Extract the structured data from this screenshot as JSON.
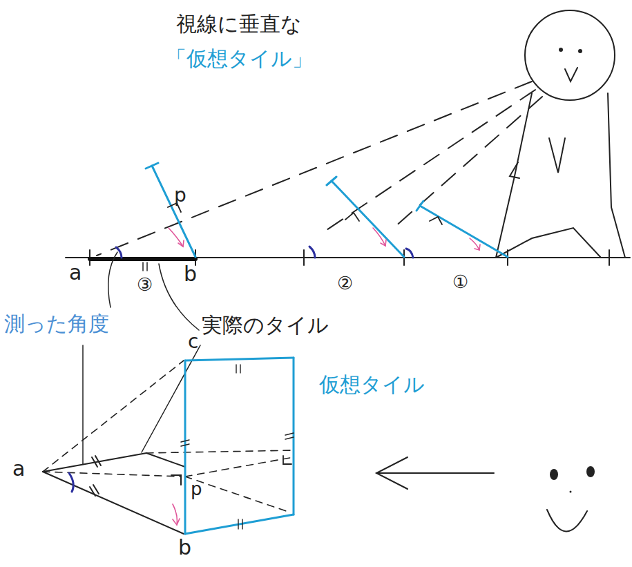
{
  "diagram": {
    "labels": [
      "視線に垂直な",
      "「仮想タイル」",
      "p",
      "a",
      "b",
      "③",
      "②",
      "①",
      "測った角度",
      "実際のタイル",
      "c",
      "a",
      "p",
      "b",
      "仮想タイル"
    ]
  }
}
